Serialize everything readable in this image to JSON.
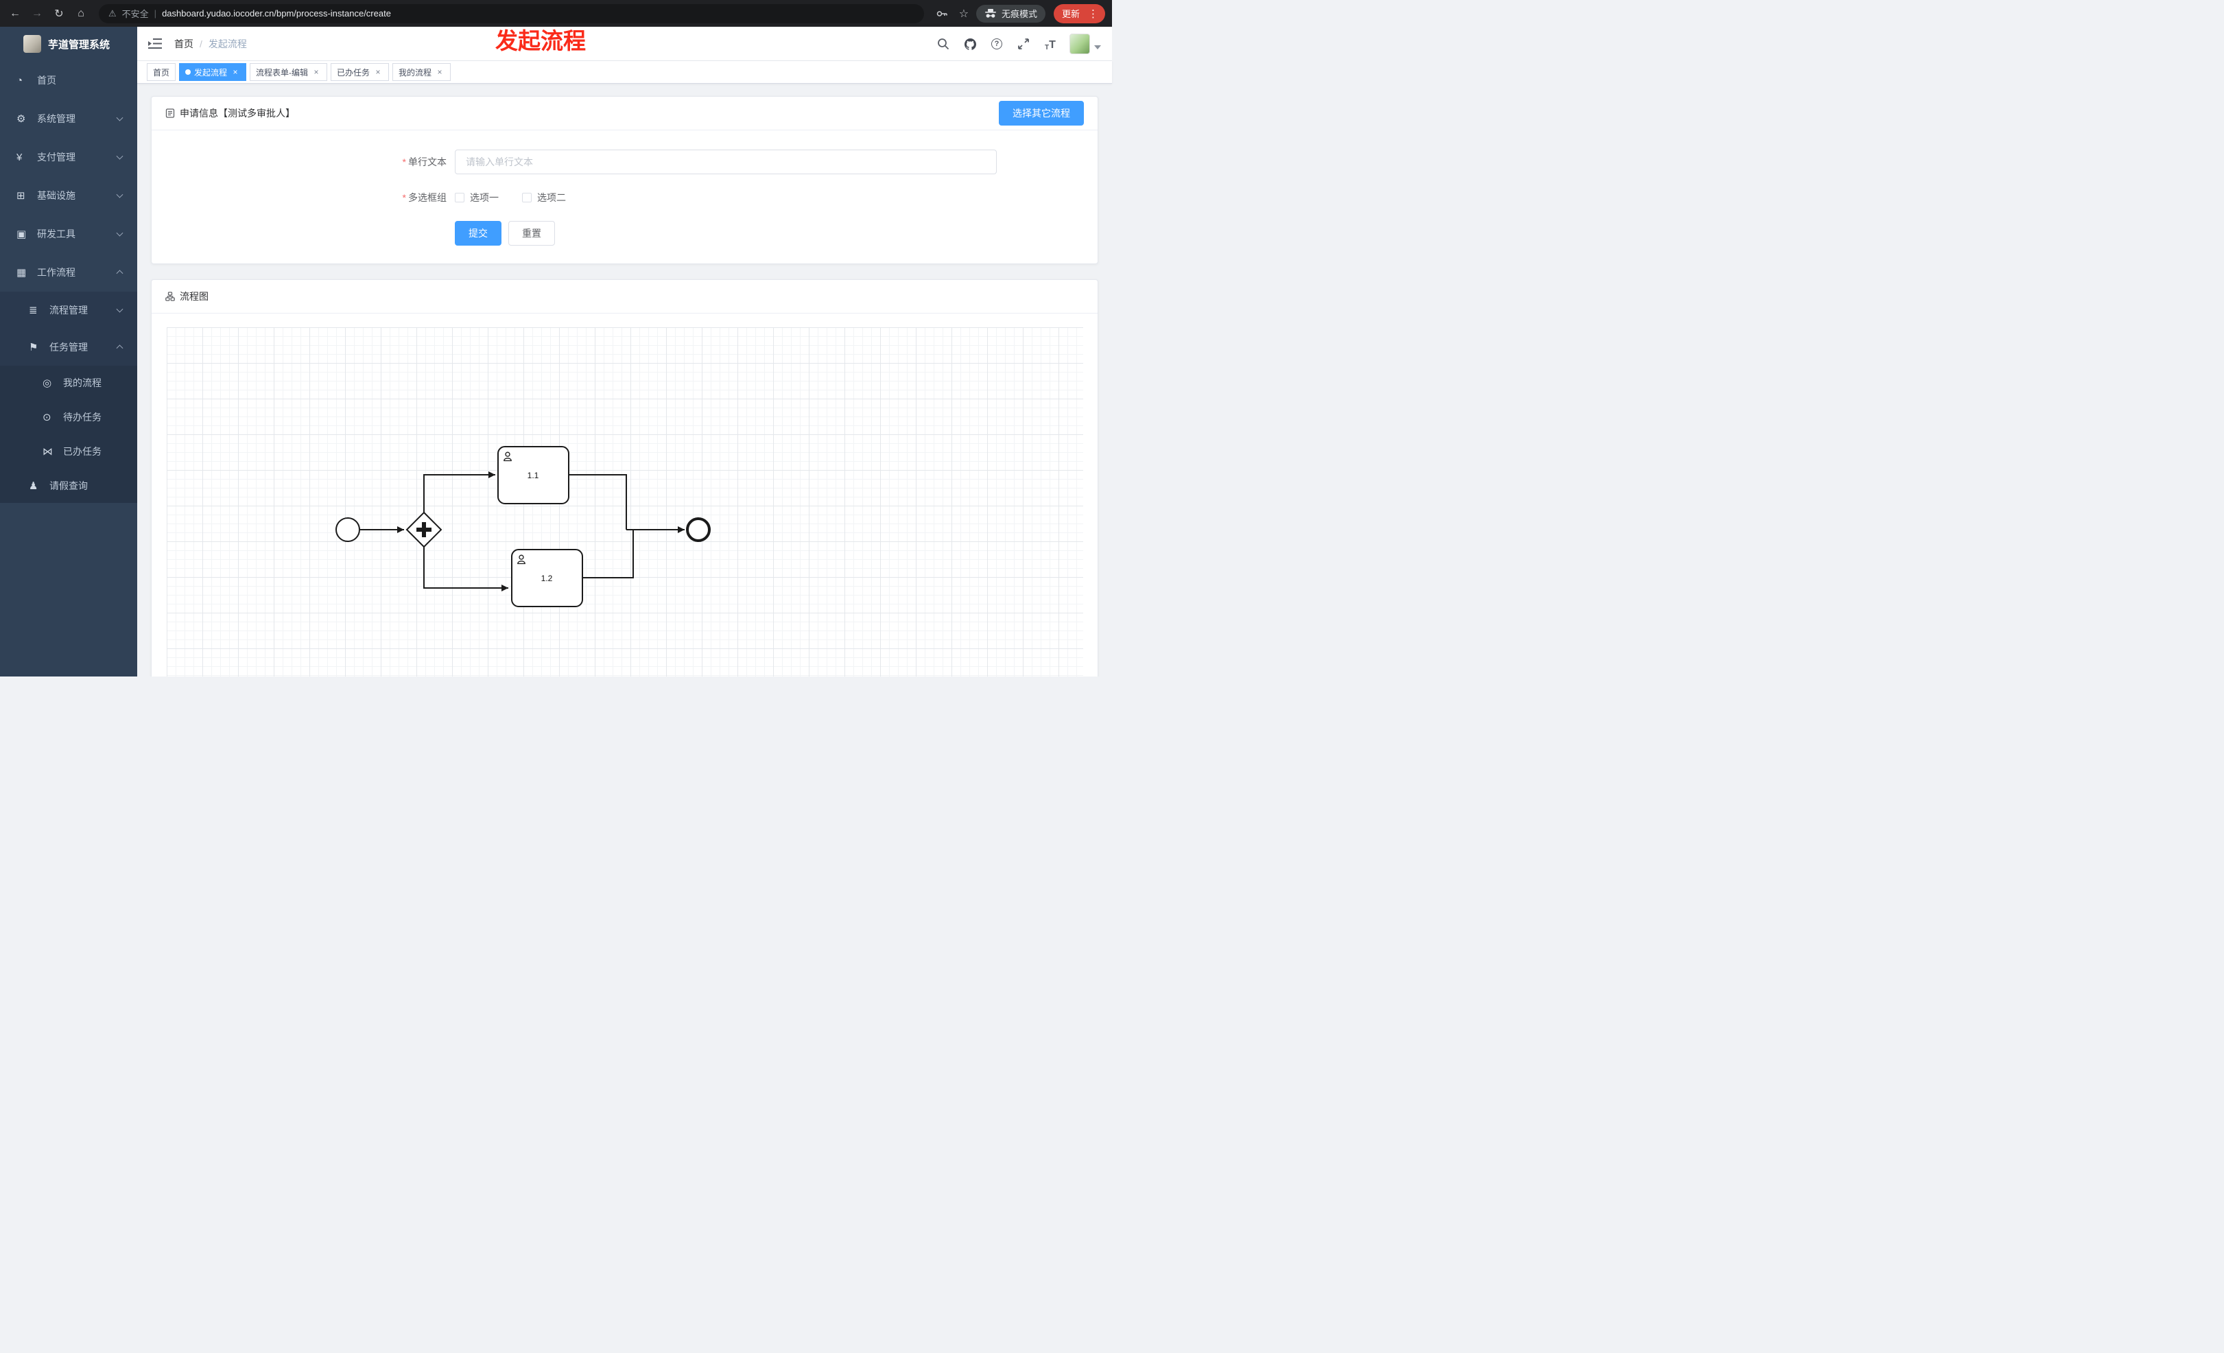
{
  "browser": {
    "security_label": "不安全",
    "url": "dashboard.yudao.iocoder.cn/bpm/process-instance/create",
    "incognito_label": "无痕模式",
    "update_label": "更新"
  },
  "annotation": {
    "text": "发起流程",
    "color": "#fa2b1a"
  },
  "colors": {
    "accent": "#409eff",
    "sidebar_bg": "#304156",
    "chrome_bg": "#202124",
    "update_red": "#d9453a"
  },
  "icons": {
    "back": "←",
    "forward": "→",
    "reload": "↻",
    "home": "⌂",
    "warning": "⚠",
    "star": "☆",
    "menu_dots": "⋮",
    "url_divider": "|",
    "close": "×",
    "help": "?",
    "font_large": "T",
    "font_small": "T",
    "dashboard": "◔",
    "gear": "⚙",
    "yen": "¥",
    "infra": "⊞",
    "tools": "▣",
    "workflow": "▦",
    "process": "≣",
    "task_flag": "⚑",
    "my_process": "◎",
    "todo_eye": "⊙",
    "done": "⋈",
    "person": "♟"
  },
  "sidebar": {
    "logo_title": "芋道管理系统",
    "items": [
      {
        "label": "首页"
      },
      {
        "label": "系统管理"
      },
      {
        "label": "支付管理"
      },
      {
        "label": "基础设施"
      },
      {
        "label": "研发工具"
      },
      {
        "label": "工作流程"
      }
    ],
    "process_group": [
      {
        "label": "流程管理"
      },
      {
        "label": "任务管理"
      }
    ],
    "task_children": [
      {
        "label": "我的流程"
      },
      {
        "label": "待办任务"
      },
      {
        "label": "已办任务"
      }
    ],
    "leave_label": "请假查询"
  },
  "header": {
    "breadcrumb": [
      "首页",
      "发起流程"
    ],
    "separator": "/"
  },
  "tabs": [
    {
      "label": "首页"
    },
    {
      "label": "发起流程"
    },
    {
      "label": "流程表单-编辑"
    },
    {
      "label": "已办任务"
    },
    {
      "label": "我的流程"
    }
  ],
  "form_card": {
    "title": "申请信息【测试多审批人】",
    "select_other_button": "选择其它流程",
    "required_mark": "*",
    "text_field": {
      "label": "单行文本",
      "placeholder": "请输入单行文本"
    },
    "checkbox_group": {
      "label": "多选框组",
      "options": [
        "选项一",
        "选项二"
      ]
    },
    "submit_label": "提交",
    "reset_label": "重置"
  },
  "diagram_card": {
    "title": "流程图",
    "tasks": [
      {
        "label": "1.1"
      },
      {
        "label": "1.2"
      }
    ]
  }
}
